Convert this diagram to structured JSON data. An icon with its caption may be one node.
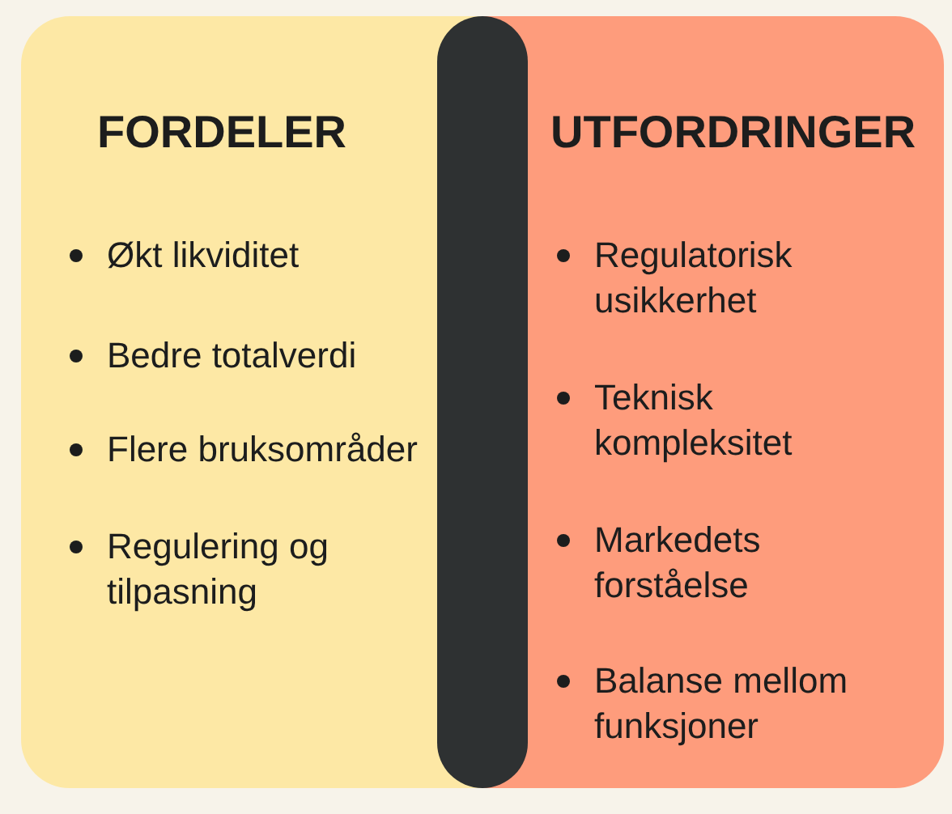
{
  "diagram": {
    "nodes": [
      {
        "text": [
          "FORDELER",
          "Økt likviditet",
          "Bedre totalverdi",
          "Flere bruksområder",
          "Regulering og tilpasning"
        ]
      },
      {
        "text": [],
        "shape": "bar"
      },
      {
        "text": [
          "UTFORDRINGER",
          "Regulatorisk usikkerhet",
          "Teknisk kompleksitet",
          "Markedets forståelse",
          "Balanse mellom funksjoner"
        ]
      }
    ]
  }
}
